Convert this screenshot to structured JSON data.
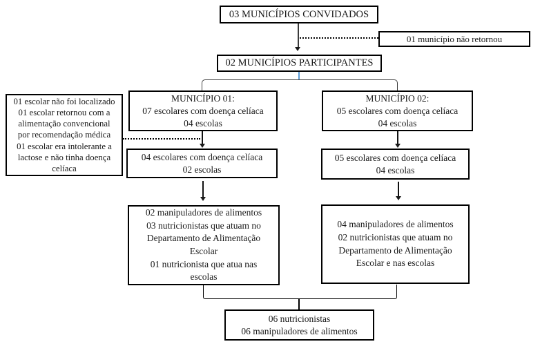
{
  "diagram": {
    "language": "pt-BR",
    "type": "study-flowchart",
    "colors": {
      "box_border": "#000000",
      "connector": "#3a3a3a",
      "accent_connector_blue": "#5b9bd5",
      "background": "#ffffff"
    }
  },
  "nodes": {
    "invited": {
      "lines": [
        "03 MUNICÍPIOS CONVIDADOS"
      ]
    },
    "not_returned": {
      "lines": [
        "01 município não retornou"
      ]
    },
    "participants": {
      "lines": [
        "02 MUNICÍPIOS PARTICIPANTES"
      ]
    },
    "municipio1": {
      "lines": [
        "MUNICÍPIO 01:",
        "07 escolares com doença celíaca",
        "04 escolas"
      ]
    },
    "municipio2": {
      "lines": [
        "MUNICÍPIO 02:",
        "05 escolares com doença celíaca",
        "04 escolas"
      ]
    },
    "exclusions": {
      "lines": [
        "01 escolar não foi localizado",
        "01 escolar retornou com a",
        "alimentação convencional",
        "por recomendação médica",
        "01 escolar era intolerante a",
        "lactose e não tinha doença",
        "celíaca"
      ]
    },
    "municipio1_final": {
      "lines": [
        "04 escolares com doença celíaca",
        "02 escolas"
      ]
    },
    "municipio2_final": {
      "lines": [
        "05 escolares com doença celíaca",
        "04 escolas"
      ]
    },
    "municipio1_staff": {
      "lines": [
        "02 manipuladores de alimentos",
        "03 nutricionistas que atuam no",
        "Departamento de Alimentação",
        "Escolar",
        "01 nutricionista que atua nas",
        "escolas"
      ]
    },
    "municipio2_staff": {
      "lines": [
        "04 manipuladores de alimentos",
        "02 nutricionistas que atuam no",
        "Departamento de Alimentação",
        "Escolar e nas escolas"
      ]
    },
    "total": {
      "lines": [
        "06 nutricionistas",
        "06 manipuladores de alimentos"
      ]
    }
  }
}
